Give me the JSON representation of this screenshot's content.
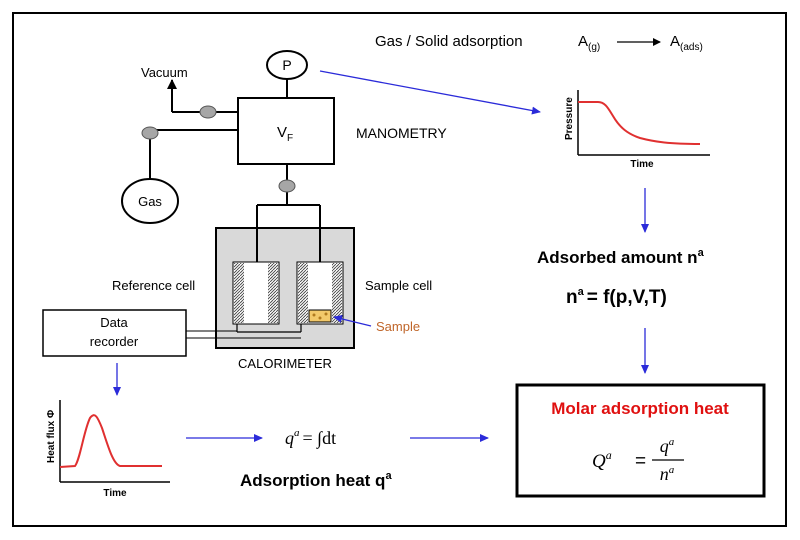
{
  "header": {
    "process": "Gas / Solid adsorption",
    "reactant": "A",
    "reactant_sub": "(g)",
    "product": "A",
    "product_sub": "(ads)"
  },
  "apparatus": {
    "pressure_gauge": "P",
    "vacuum": "Vacuum",
    "gas": "Gas",
    "volume": "V",
    "volume_sub": "F",
    "manometry": "MANOMETRY",
    "calorimeter": "CALORIMETER",
    "reference_cell": "Reference cell",
    "sample_cell": "Sample cell",
    "sample": "Sample",
    "data_recorder_line1": "Data",
    "data_recorder_line2": "recorder"
  },
  "pressure_plot": {
    "ylabel": "Pressure",
    "xlabel": "Time"
  },
  "heat_plot": {
    "ylabel": "Heat flux Φ",
    "xlabel": "Time"
  },
  "formulas": {
    "adsorbed_amount": "Adsorbed amount n",
    "adsorbed_amount_sup": "a",
    "na_lhs": "n",
    "na_lhs_sup": "a",
    "na_rhs": "= f(p,V,T)",
    "q_eq_lhs": "q",
    "q_eq_sup": "a",
    "q_eq_rhs": "= ∫dt",
    "adsorption_heat": "Adsorption heat q",
    "adsorption_heat_sup": "a",
    "molar_heat_title": "Molar adsorption heat",
    "Q_lhs": "Q",
    "Q_lhs_sup": "a",
    "Q_eq": "=",
    "Q_num": "q",
    "Q_num_sup": "a",
    "Q_den": "n",
    "Q_den_sup": "a"
  },
  "colors": {
    "arrow": "#2b2bd9",
    "curve": "#e03030",
    "title_red": "#e01010",
    "sample_label": "#c0662a",
    "calorimeter_fill": "#d9d9d9",
    "valve_fill": "#a6a6a6"
  }
}
